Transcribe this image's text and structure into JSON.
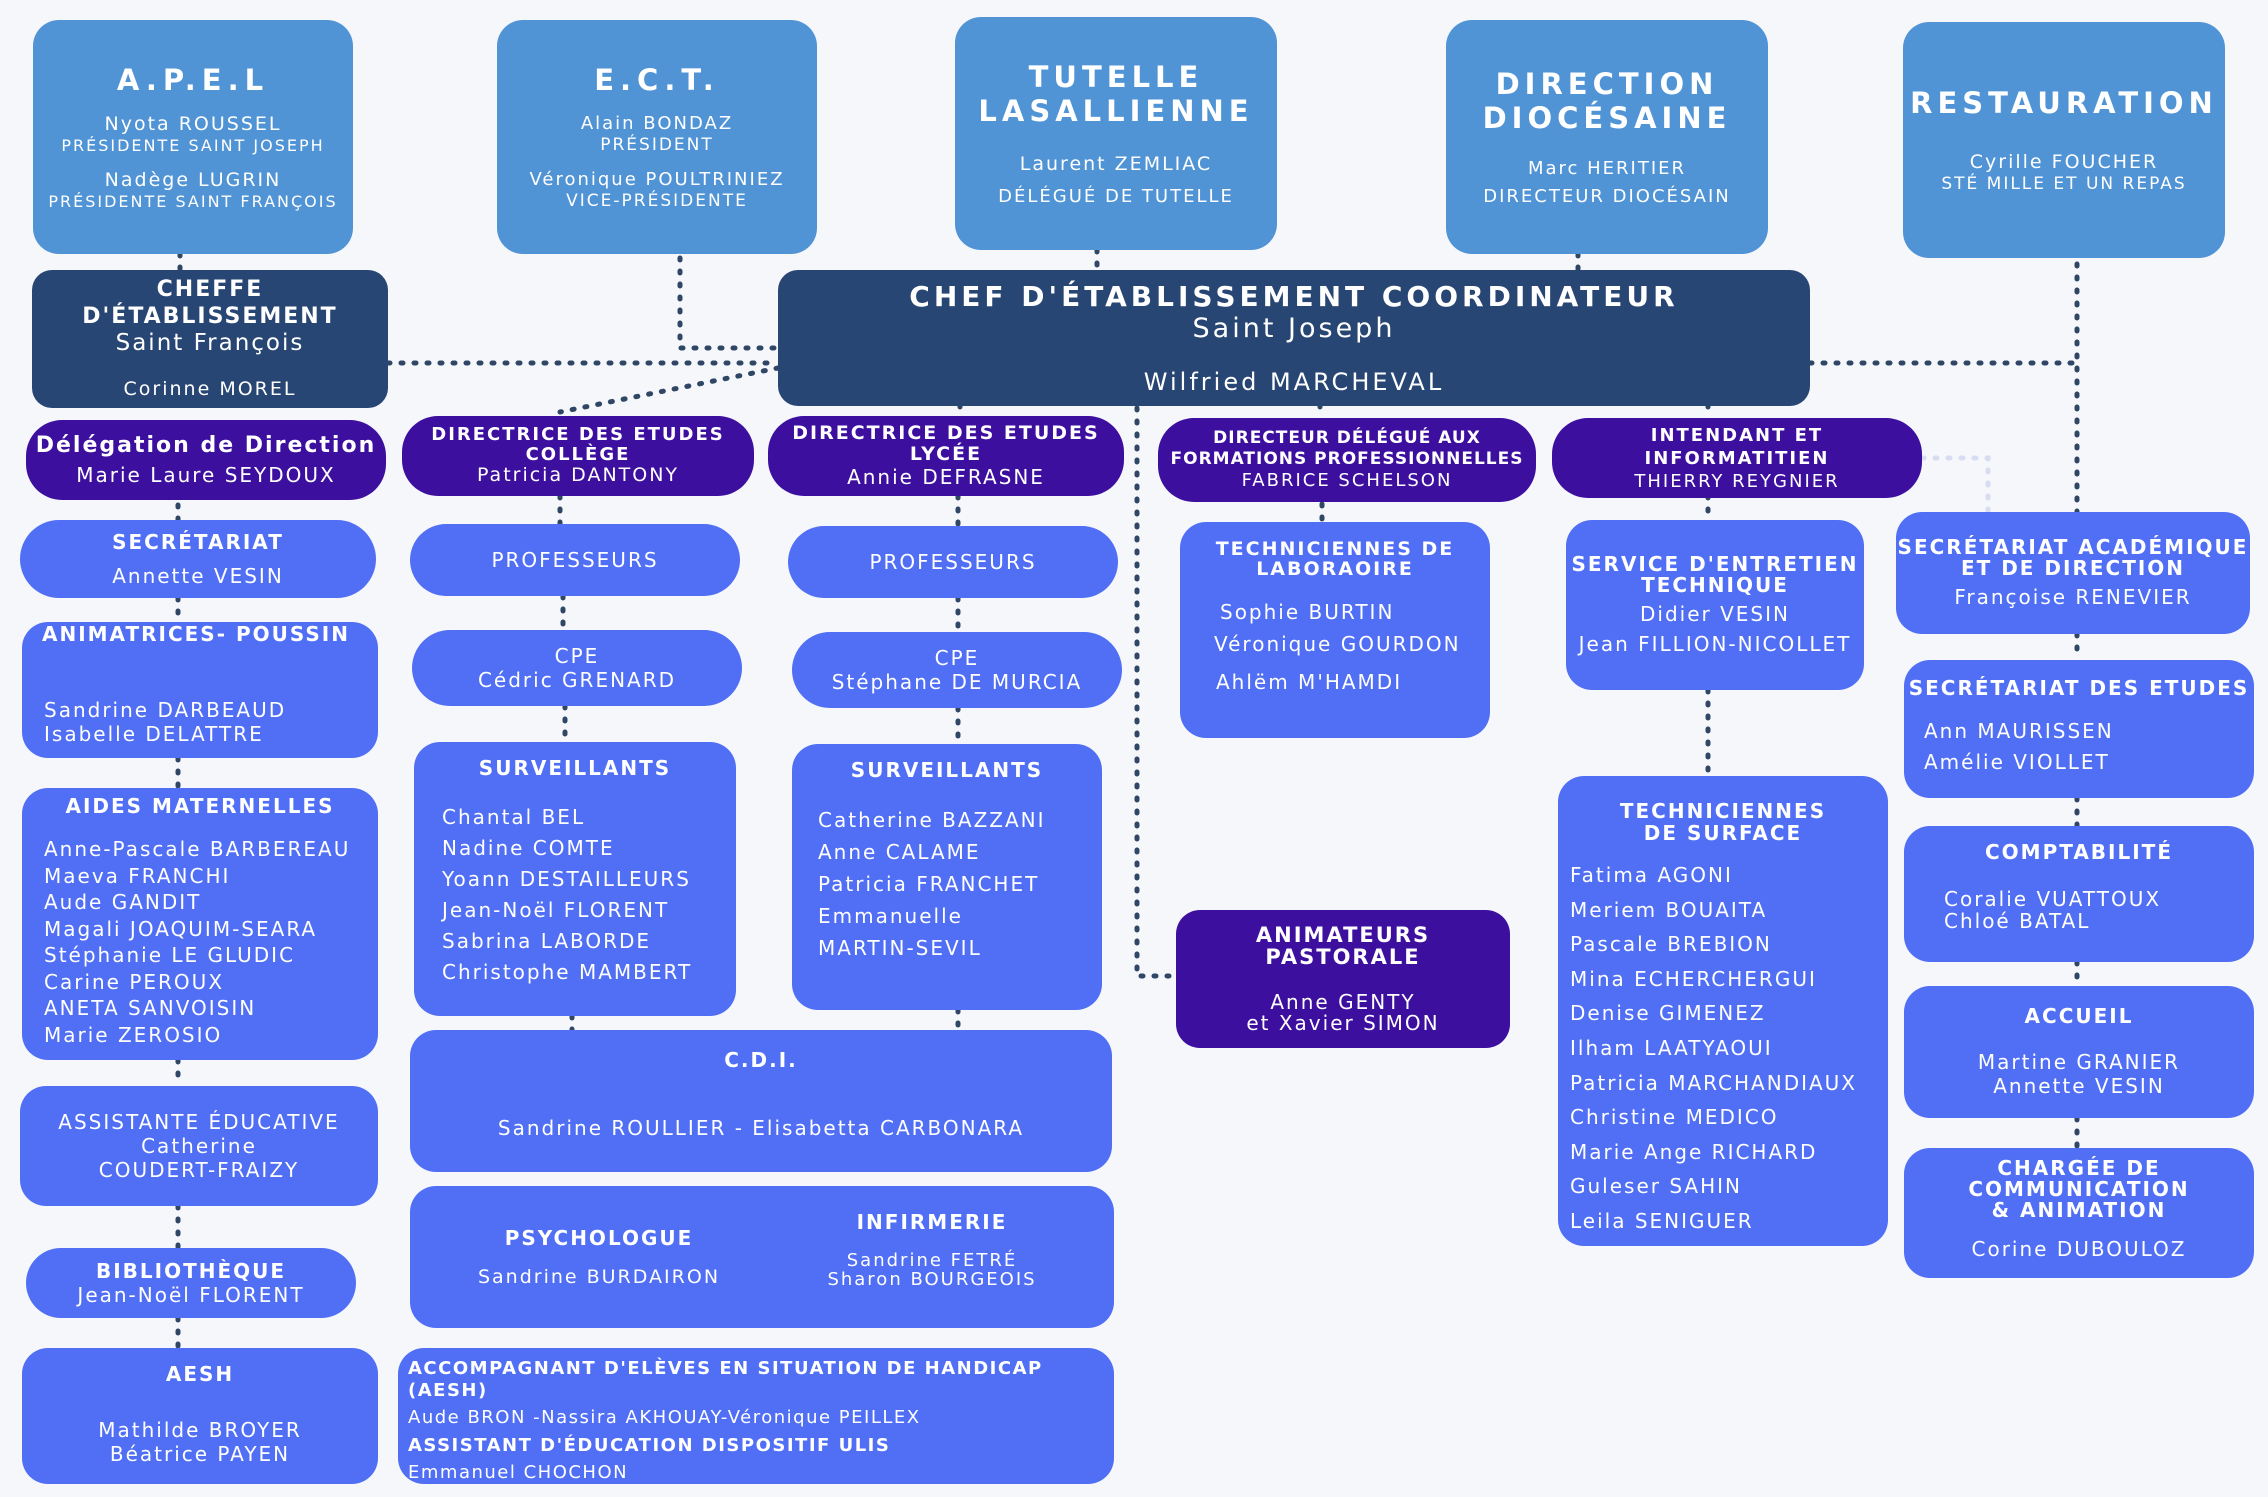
{
  "top_row": {
    "apel": {
      "title": "A.P.E.L",
      "lines": [
        "Nyota ROUSSEL",
        "PRÉSIDENTE SAINT JOSEPH",
        "Nadège LUGRIN",
        "PRÉSIDENTE SAINT FRANÇOIS"
      ]
    },
    "ect": {
      "title": "E.C.T.",
      "lines": [
        "Alain BONDAZ",
        "PRÉSIDENT",
        "Véronique POULTRINIEZ",
        "VICE-PRÉSIDENTE"
      ]
    },
    "tutelle": {
      "title": "TUTELLE\nLASALLIENNE",
      "lines": [
        "Laurent ZEMLIAC",
        "DÉLÉGUÉ DE TUTELLE"
      ]
    },
    "direction": {
      "title": "DIRECTION\nDIOCÉSAINE",
      "lines": [
        "Marc HERITIER",
        "DIRECTEUR DIOCÉSAIN"
      ]
    },
    "restauration": {
      "title": "RESTAURATION",
      "lines": [
        "Cyrille FOUCHER",
        "STÉ MILLE ET UN REPAS"
      ]
    }
  },
  "cheffe": {
    "title": "CHEFFE D'ÉTABLISSEMENT",
    "subtitle": "Saint François",
    "name": "Corinne MOREL"
  },
  "chef_coord": {
    "title": "CHEF D'ÉTABLISSEMENT COORDINATEUR",
    "subtitle": "Saint Joseph",
    "name": "Wilfried MARCHEVAL"
  },
  "purple": {
    "delegation": {
      "title": "Délégation de Direction",
      "name": "Marie Laure SEYDOUX"
    },
    "dir_college": {
      "title": "DIRECTRICE DES ETUDES\nCOLLÈGE",
      "name": "Patricia DANTONY"
    },
    "dir_lycee": {
      "title": "DIRECTRICE DES ETUDES\nLYCÉE",
      "name": "Annie DEFRASNE"
    },
    "dir_formations": {
      "title": "DIRECTEUR DÉLÉGUÉ AUX\nFORMATIONS PROFESSIONNELLES",
      "name": "FABRICE SCHELSON"
    },
    "intendant": {
      "title": "INTENDANT ET\nINFORMATITIEN",
      "name": "THIERRY REYGNIER"
    },
    "animateurs": {
      "title": "ANIMATEURS\nPASTORALE",
      "name": "Anne GENTY\net Xavier SIMON"
    }
  },
  "col1": {
    "secretariat": {
      "title": "SECRÉTARIAT",
      "lines": [
        "Annette VESIN"
      ]
    },
    "animatrices": {
      "title": "ANIMATRICES- POUSSIN",
      "lines": [
        "Sandrine DARBEAUD",
        " Isabelle DELATTRE"
      ]
    },
    "aides": {
      "title": "AIDES MATERNELLES",
      "lines": [
        "Anne-Pascale BARBEREAU",
        "Maeva FRANCHI",
        "Aude GANDIT",
        "Magali JOAQUIM-SEARA",
        "Stéphanie LE GLUDIC",
        "Carine PEROUX",
        "ANETA SANVOISIN",
        "Marie ZEROSIO"
      ]
    },
    "assistante": {
      "lines": [
        "ASSISTANTE ÉDUCATIVE",
        "Catherine",
        "COUDERT-FRAIZY"
      ]
    },
    "bibliotheque": {
      "title": "BIBLIOTHÈQUE",
      "lines": [
        "Jean-Noël FLORENT"
      ]
    },
    "aesh": {
      "title": "AESH",
      "lines": [
        "Mathilde BROYER",
        "Béatrice PAYEN"
      ]
    }
  },
  "col2": {
    "professeurs": "PROFESSEURS",
    "cpe": {
      "label": "CPE",
      "name": "Cédric GRENARD"
    },
    "surveillants": {
      "title": "SURVEILLANTS",
      "lines": [
        "Chantal BEL",
        "Nadine COMTE",
        "Yoann DESTAILLEURS",
        "Jean-Noël FLORENT",
        "Sabrina LABORDE",
        "Christophe MAMBERT"
      ]
    }
  },
  "col3": {
    "professeurs": "PROFESSEURS",
    "cpe": {
      "label": "CPE",
      "name": "Stéphane DE MURCIA"
    },
    "surveillants": {
      "title": "SURVEILLANTS",
      "lines": [
        "Catherine BAZZANI",
        "Anne CALAME",
        "Patricia FRANCHET",
        "Emmanuelle",
        "MARTIN-SEVIL"
      ]
    }
  },
  "cdi": {
    "title": "C.D.I.",
    "names": "Sandrine ROULLIER - Elisabetta CARBONARA"
  },
  "psychologue": {
    "title": "PSYCHOLOGUE",
    "name": "Sandrine BURDAIRON"
  },
  "infirmerie": {
    "title": "INFIRMERIE",
    "name": "Sandrine FETRÉ\nSharon BOURGEOIS"
  },
  "accompagnant": {
    "title": "ACCOMPAGNANT D'ELÈVES EN SITUATION DE HANDICAP (AESH)",
    "names": "Aude BRON -Nassira AKHOUAY-Véronique PEILLEX",
    "title2": "ASSISTANT D'ÉDUCATION DISPOSITIF ULIS",
    "names2": "Emmanuel CHOCHON"
  },
  "col4": {
    "techniciennes_labo": {
      "title": "TECHNICIENNES DE\nLABORAOIRE",
      "lines": [
        "Sophie BURTIN",
        "Véronique GOURDON",
        "Ahlëm M'HAMDI"
      ]
    }
  },
  "col5": {
    "entretien": {
      "title": "SERVICE D'ENTRETIEN\nTECHNIQUE",
      "lines": [
        "Didier VESIN",
        "Jean FILLION-NICOLLET"
      ]
    },
    "surface": {
      "title": "TECHNICIENNES\nDE SURFACE",
      "lines": [
        "Fatima AGONI",
        "Meriem BOUAITA",
        "Pascale BREBION",
        "Mina ECHERCHERGUI",
        "Denise GIMENEZ",
        "Ilham LAATYAOUI",
        "Patricia MARCHANDIAUX",
        "Christine MEDICO",
        "Marie Ange RICHARD",
        "Guleser SAHIN",
        "Leila SENIGUER"
      ]
    }
  },
  "col6": {
    "secr_academique": {
      "title": "SECRÉTARIAT ACADÉMIQUE\nET DE DIRECTION",
      "lines": [
        "Françoise RENEVIER"
      ]
    },
    "secr_etudes": {
      "title": "SECRÉTARIAT DES ETUDES",
      "lines": [
        "Ann MAURISSEN",
        "Amélie VIOLLET"
      ]
    },
    "comptabilite": {
      "title": "COMPTABILITÉ",
      "lines": [
        "Coralie VUATTOUX",
        "Chloé BATAL"
      ]
    },
    "accueil": {
      "title": "ACCUEIL",
      "lines": [
        "Martine GRANIER",
        "Annette VESIN"
      ]
    },
    "chargee": {
      "title": "CHARGÉE DE\nCOMMUNICATION\n& ANIMATION",
      "lines": [
        "Corine DUBOULOZ"
      ]
    }
  },
  "colors": {
    "top": "#5094d6",
    "dark": "#284673",
    "purple": "#3d0f9f",
    "blue": "#506ff5",
    "line": "#2f4664"
  }
}
